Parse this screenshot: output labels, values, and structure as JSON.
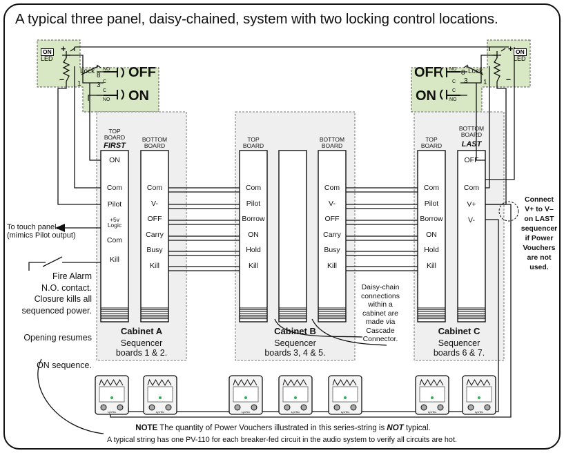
{
  "title": "A typical three panel, daisy-chained, system with two locking control locations.",
  "control_left": {
    "led_badge": "ON",
    "led_label": "LED",
    "plus": "+",
    "minus": "–",
    "lock_label": "Lock",
    "lock_8": "8",
    "lock_3": "3",
    "lock_1": "1",
    "no_top": "NO",
    "c_top": "C",
    "c_bottom": "C",
    "no_bottom": "NO",
    "off_label": "OFF",
    "on_label": "ON"
  },
  "control_right": {
    "led_badge": "ON",
    "led_label": "LED",
    "plus": "+",
    "minus": "–",
    "lock_label": "Lock",
    "lock_8": "8",
    "lock_3": "3",
    "lock_1": "1",
    "no_top": "NO",
    "c_top": "C",
    "c_bottom": "C",
    "no_bottom": "NO",
    "off_label": "OFF",
    "on_label": "ON"
  },
  "cabinet_a": {
    "top_board": "TOP\nBOARD",
    "top_tag": "FIRST",
    "bottom_board": "BOTTOM\nBOARD",
    "top_terms": [
      "ON",
      "Com",
      "Pilot",
      "+5v\nLogic",
      "Com",
      "Kill"
    ],
    "bottom_terms": [
      "Com",
      "V-",
      "OFF",
      "Carry",
      "Busy",
      "Kill"
    ],
    "name": "Cabinet A",
    "boards": "Sequencer\nboards 1 & 2."
  },
  "cabinet_b": {
    "top_board": "TOP\nBOARD",
    "bottom_board": "BOTTOM\nBOARD",
    "top_terms": [
      "Com",
      "Pilot",
      "Borrow",
      "ON",
      "Hold",
      "Kill"
    ],
    "bottom_terms": [
      "Com",
      "V-",
      "OFF",
      "Carry",
      "Busy",
      "Kill"
    ],
    "name": "Cabinet B",
    "boards": "Sequencer\nboards 3, 4 & 5."
  },
  "cabinet_c": {
    "top_board": "TOP\nBOARD",
    "bottom_board": "BOTTOM\nBOARD",
    "bottom_tag": "LAST",
    "top_terms": [
      "Com",
      "Pilot",
      "Borrow",
      "ON",
      "Hold",
      "Kill"
    ],
    "bottom_terms": [
      "OFF",
      "Com",
      "V+",
      "V-"
    ],
    "name": "Cabinet C",
    "boards": "Sequencer\nboards 6 & 7."
  },
  "notes": {
    "touch_panel": "To touch panel.\n(mimics Pilot output)",
    "fire_alarm": "Fire Alarm\nN.O. contact.\nClosure kills all\nsequenced power.",
    "opening": "Opening resumes",
    "on_sequence": "ON sequence.",
    "daisy": "Daisy-chain\nconnections\nwithin a\ncabinet are\nmade via\nCascade\nConnector.",
    "connect_v": "Connect\nV+ to V–\non LAST\nsequencer\nif Power\nVouchers\nare not\nused.",
    "note_bold": "NOTE",
    "note_text": " The quantity of Power Vouchers illustrated in this series-string is ",
    "note_not": "NOT",
    "note_end": " typical.",
    "bottom_line": "A typical string has one PV-110 for each breaker-fed circuit in the audio system to verify all circuits are hot.",
    "voucher_brand": "LynTec"
  },
  "colors": {
    "panel_fill": "#d9e8c4",
    "cabinet_fill": "#efefef",
    "led_dot": "#2bb24c",
    "line": "#111111"
  }
}
